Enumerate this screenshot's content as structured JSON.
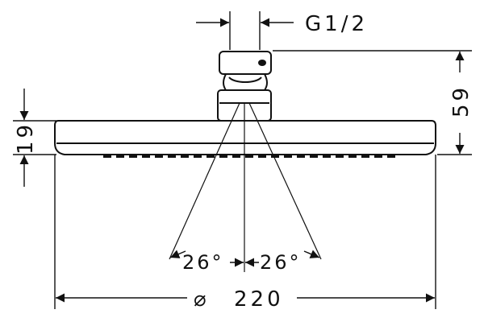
{
  "drawing": {
    "thread_label": "G1/2",
    "height_label": "59",
    "thickness_label": "19",
    "angle_left_label": "26°",
    "angle_right_label": "26°",
    "diameter_symbol": "⌀",
    "diameter_label": "220",
    "line_color": "#111111",
    "background_color": "#ffffff"
  }
}
